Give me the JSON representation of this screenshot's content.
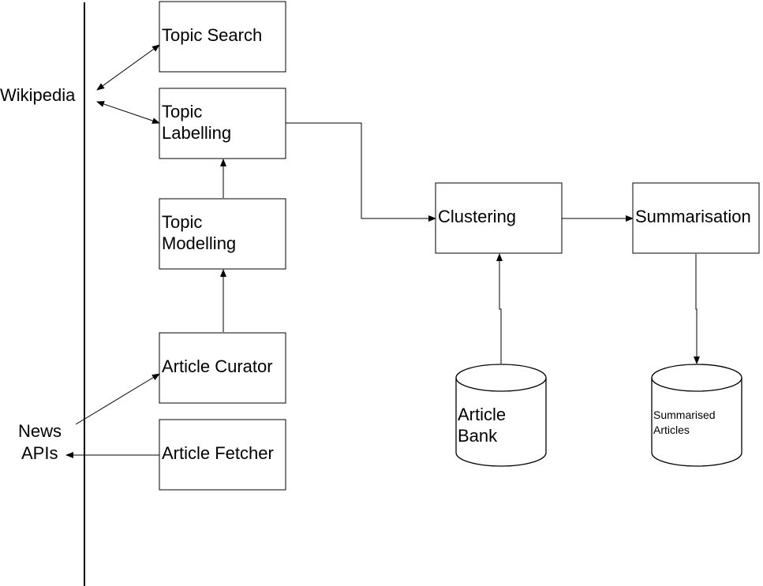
{
  "external_sources": {
    "wikipedia": "Wikipedia",
    "news_apis": [
      "News",
      "APIs"
    ]
  },
  "nodes": {
    "topic_search": [
      "Topic Search"
    ],
    "topic_labelling": [
      "Topic",
      "Labelling"
    ],
    "topic_modelling": [
      "Topic",
      "Modelling"
    ],
    "article_curator": [
      "Article Curator"
    ],
    "article_fetcher": [
      "Article Fetcher"
    ],
    "clustering": [
      "Clustering"
    ],
    "summarisation": [
      "Summarisation"
    ]
  },
  "databases": {
    "article_bank": [
      "Article",
      "Bank"
    ],
    "summarised_articles": [
      "Summarised",
      "Articles"
    ]
  }
}
